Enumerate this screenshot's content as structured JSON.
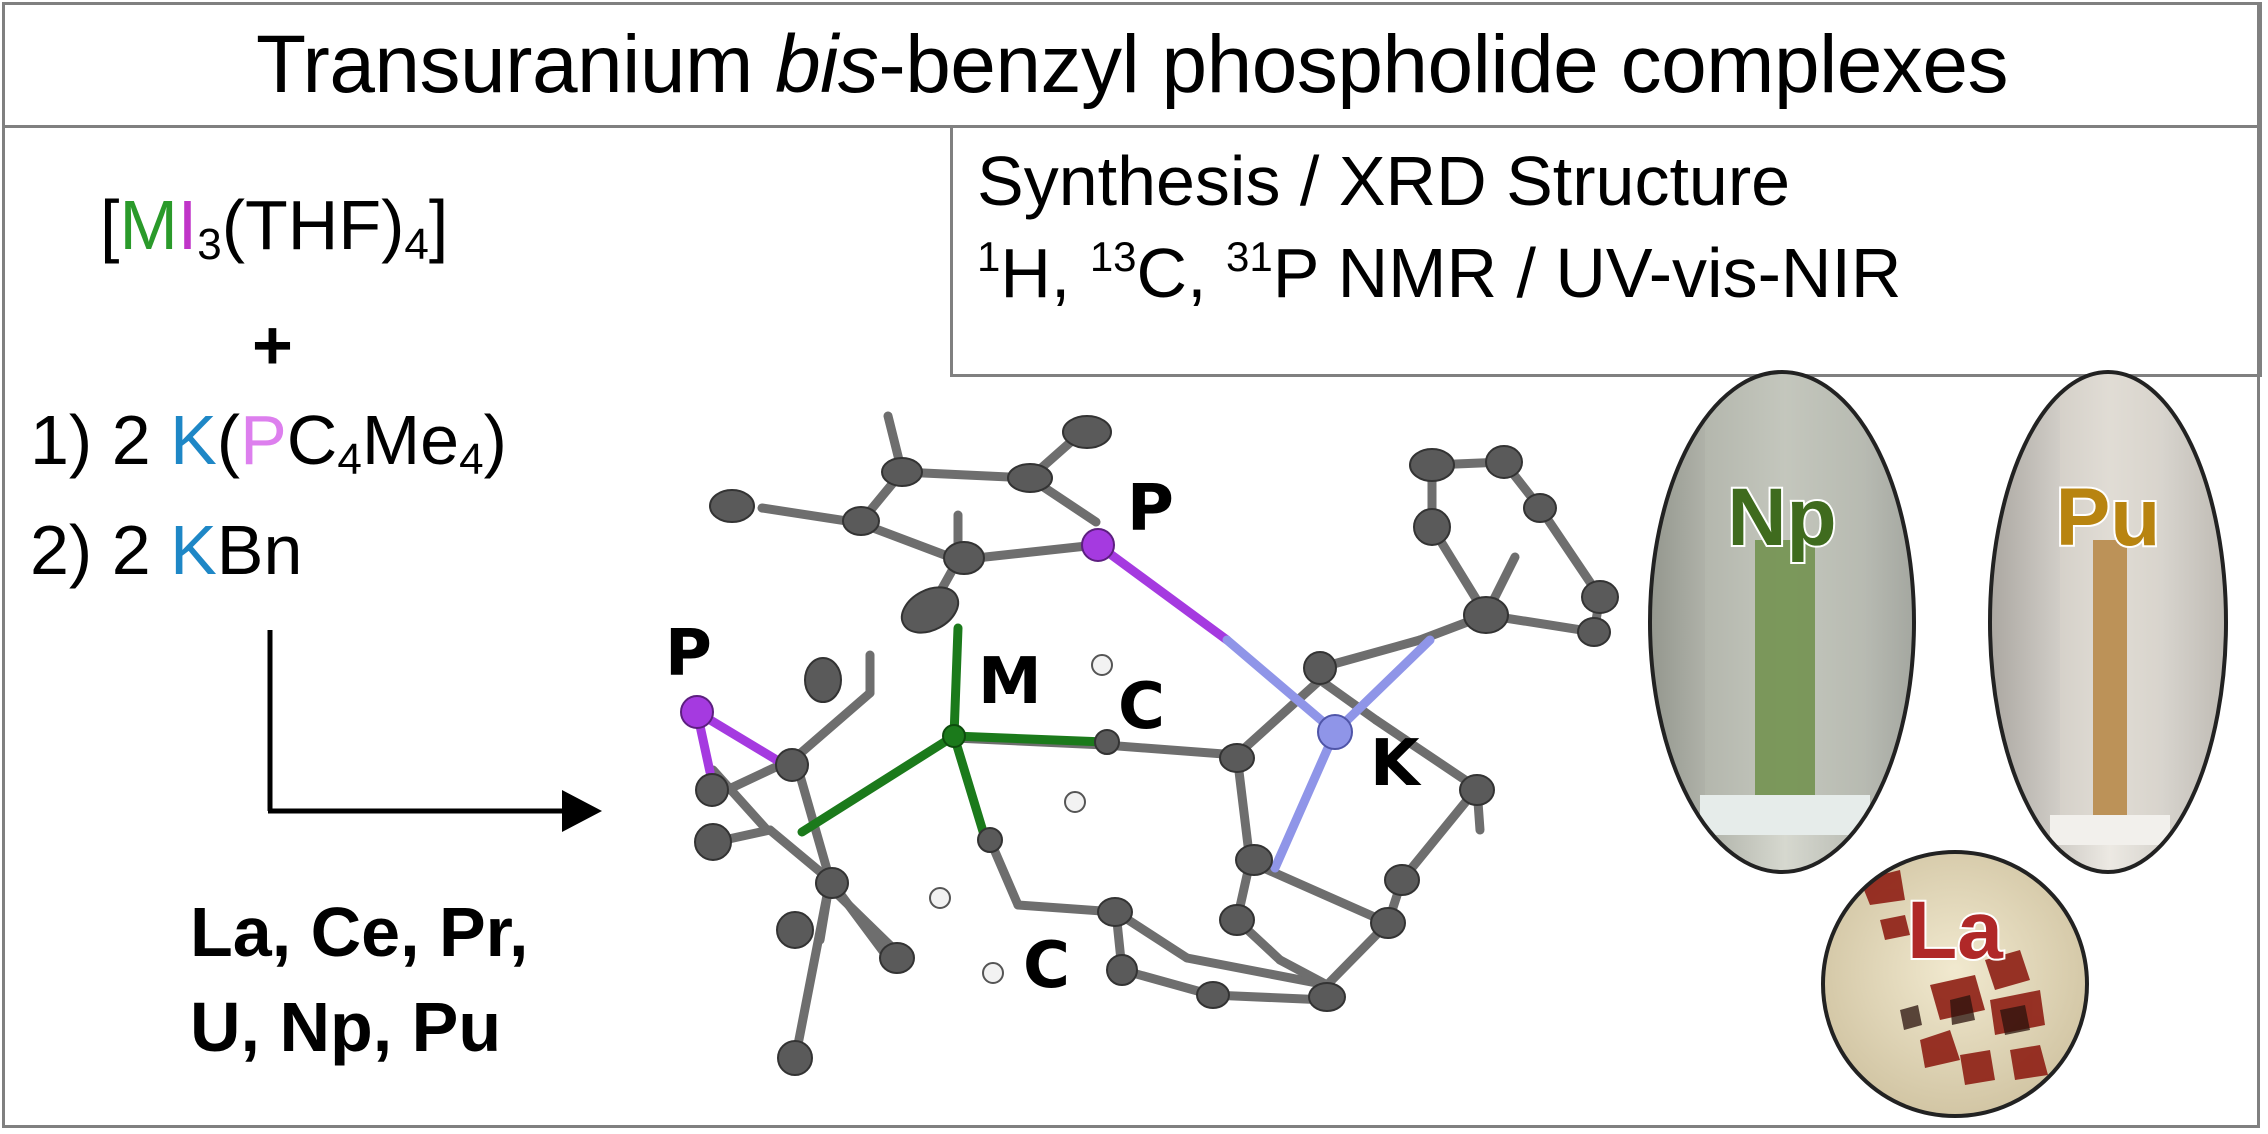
{
  "title": {
    "prefix": "Transuranium ",
    "italic": "bis",
    "suffix": "-benzyl phospholide complexes"
  },
  "techniques": {
    "line1": "Synthesis  /  XRD Structure",
    "nmr": {
      "h_mass": "1",
      "h": "H, ",
      "c_mass": "13",
      "c": "C, ",
      "p_mass": "31",
      "p": "P NMR  /  UV-vis-NIR"
    }
  },
  "reagents": {
    "precursor": {
      "open": "[",
      "metal": "M",
      "iodide": "I",
      "i_sub": "3",
      "thf": "(THF)",
      "thf_sub": "4",
      "close": "]"
    },
    "plus": "+",
    "step1": {
      "prefix": "1) 2 ",
      "k": "K",
      "paren": "(",
      "p": "P",
      "c": "C",
      "c_sub": "4",
      "me": "Me",
      "me_sub": "4",
      "close": ")"
    },
    "step2": {
      "prefix": "2) 2 ",
      "k": "K",
      "suffix": "Bn"
    }
  },
  "products": {
    "line1": "La, Ce, Pr,",
    "line2": "U, Np, Pu"
  },
  "structure": {
    "atom_labels": {
      "p_top": "P",
      "p_left": "P",
      "m": "M",
      "c_top": "C",
      "c_bottom": "C",
      "k": "K"
    },
    "colors": {
      "metal_bond": "#1b7a1b",
      "p_bond": "#a53ae0",
      "k_bond": "#8f95e8",
      "carbon": "#5a5a5a",
      "bond": "#6e6e6e"
    }
  },
  "photos": {
    "np": {
      "label": "Np",
      "color": "#3f6b1e"
    },
    "pu": {
      "label": "Pu",
      "color": "#b88410"
    },
    "la": {
      "label": "La",
      "color": "#b02828"
    }
  }
}
